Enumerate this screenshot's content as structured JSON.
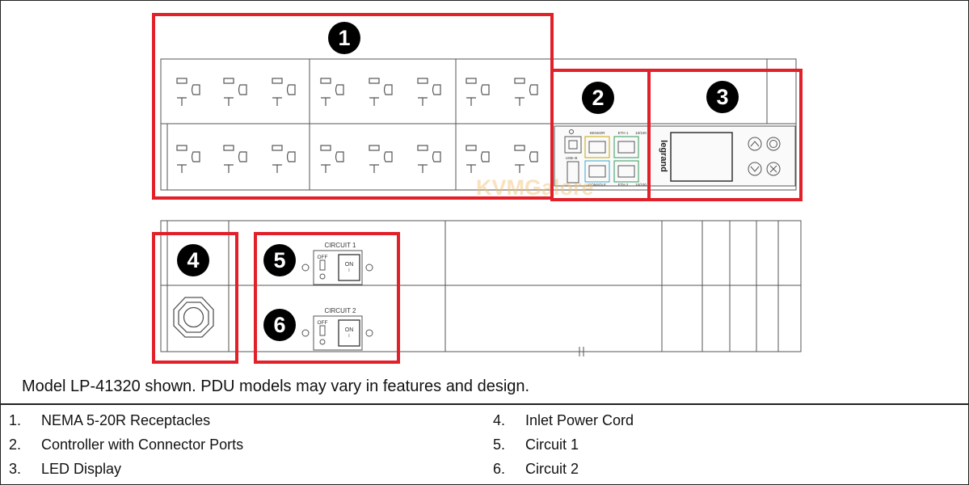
{
  "caption": "Model LP-41320 shown. PDU models may vary in features and design.",
  "watermark": "KVMGalore",
  "brand": "legrand",
  "callouts": [
    "1",
    "2",
    "3",
    "4",
    "5",
    "6"
  ],
  "port_labels": {
    "usb": "USB–B",
    "sensor": "SENSOR",
    "eth1": "ETH 1",
    "eth1_speed": "10/100",
    "console": "CONSOLE",
    "eth2": "ETH 2",
    "eth2_speed": "10/100"
  },
  "circuit_panels": [
    {
      "title": "CIRCUIT 1",
      "off": "OFF",
      "on": "ON",
      "on_mark": "I"
    },
    {
      "title": "CIRCUIT 2",
      "off": "OFF",
      "on": "ON",
      "on_mark": "I"
    }
  ],
  "legend": [
    {
      "num": "1.",
      "label": "NEMA 5-20R Receptacles"
    },
    {
      "num": "2.",
      "label": "Controller with Connector Ports"
    },
    {
      "num": "3.",
      "label": "LED Display"
    },
    {
      "num": "4.",
      "label": "Inlet Power Cord"
    },
    {
      "num": "5.",
      "label": "Circuit 1"
    },
    {
      "num": "6.",
      "label": "Circuit 2"
    }
  ],
  "colors": {
    "highlight_box": "#e2202a",
    "callout_fill": "#000000",
    "callout_text": "#ffffff",
    "line_art": "#555555",
    "port_green": "#2e9a5a",
    "port_cyan": "#3aa8c8",
    "watermark_gold": "#f0c070"
  }
}
